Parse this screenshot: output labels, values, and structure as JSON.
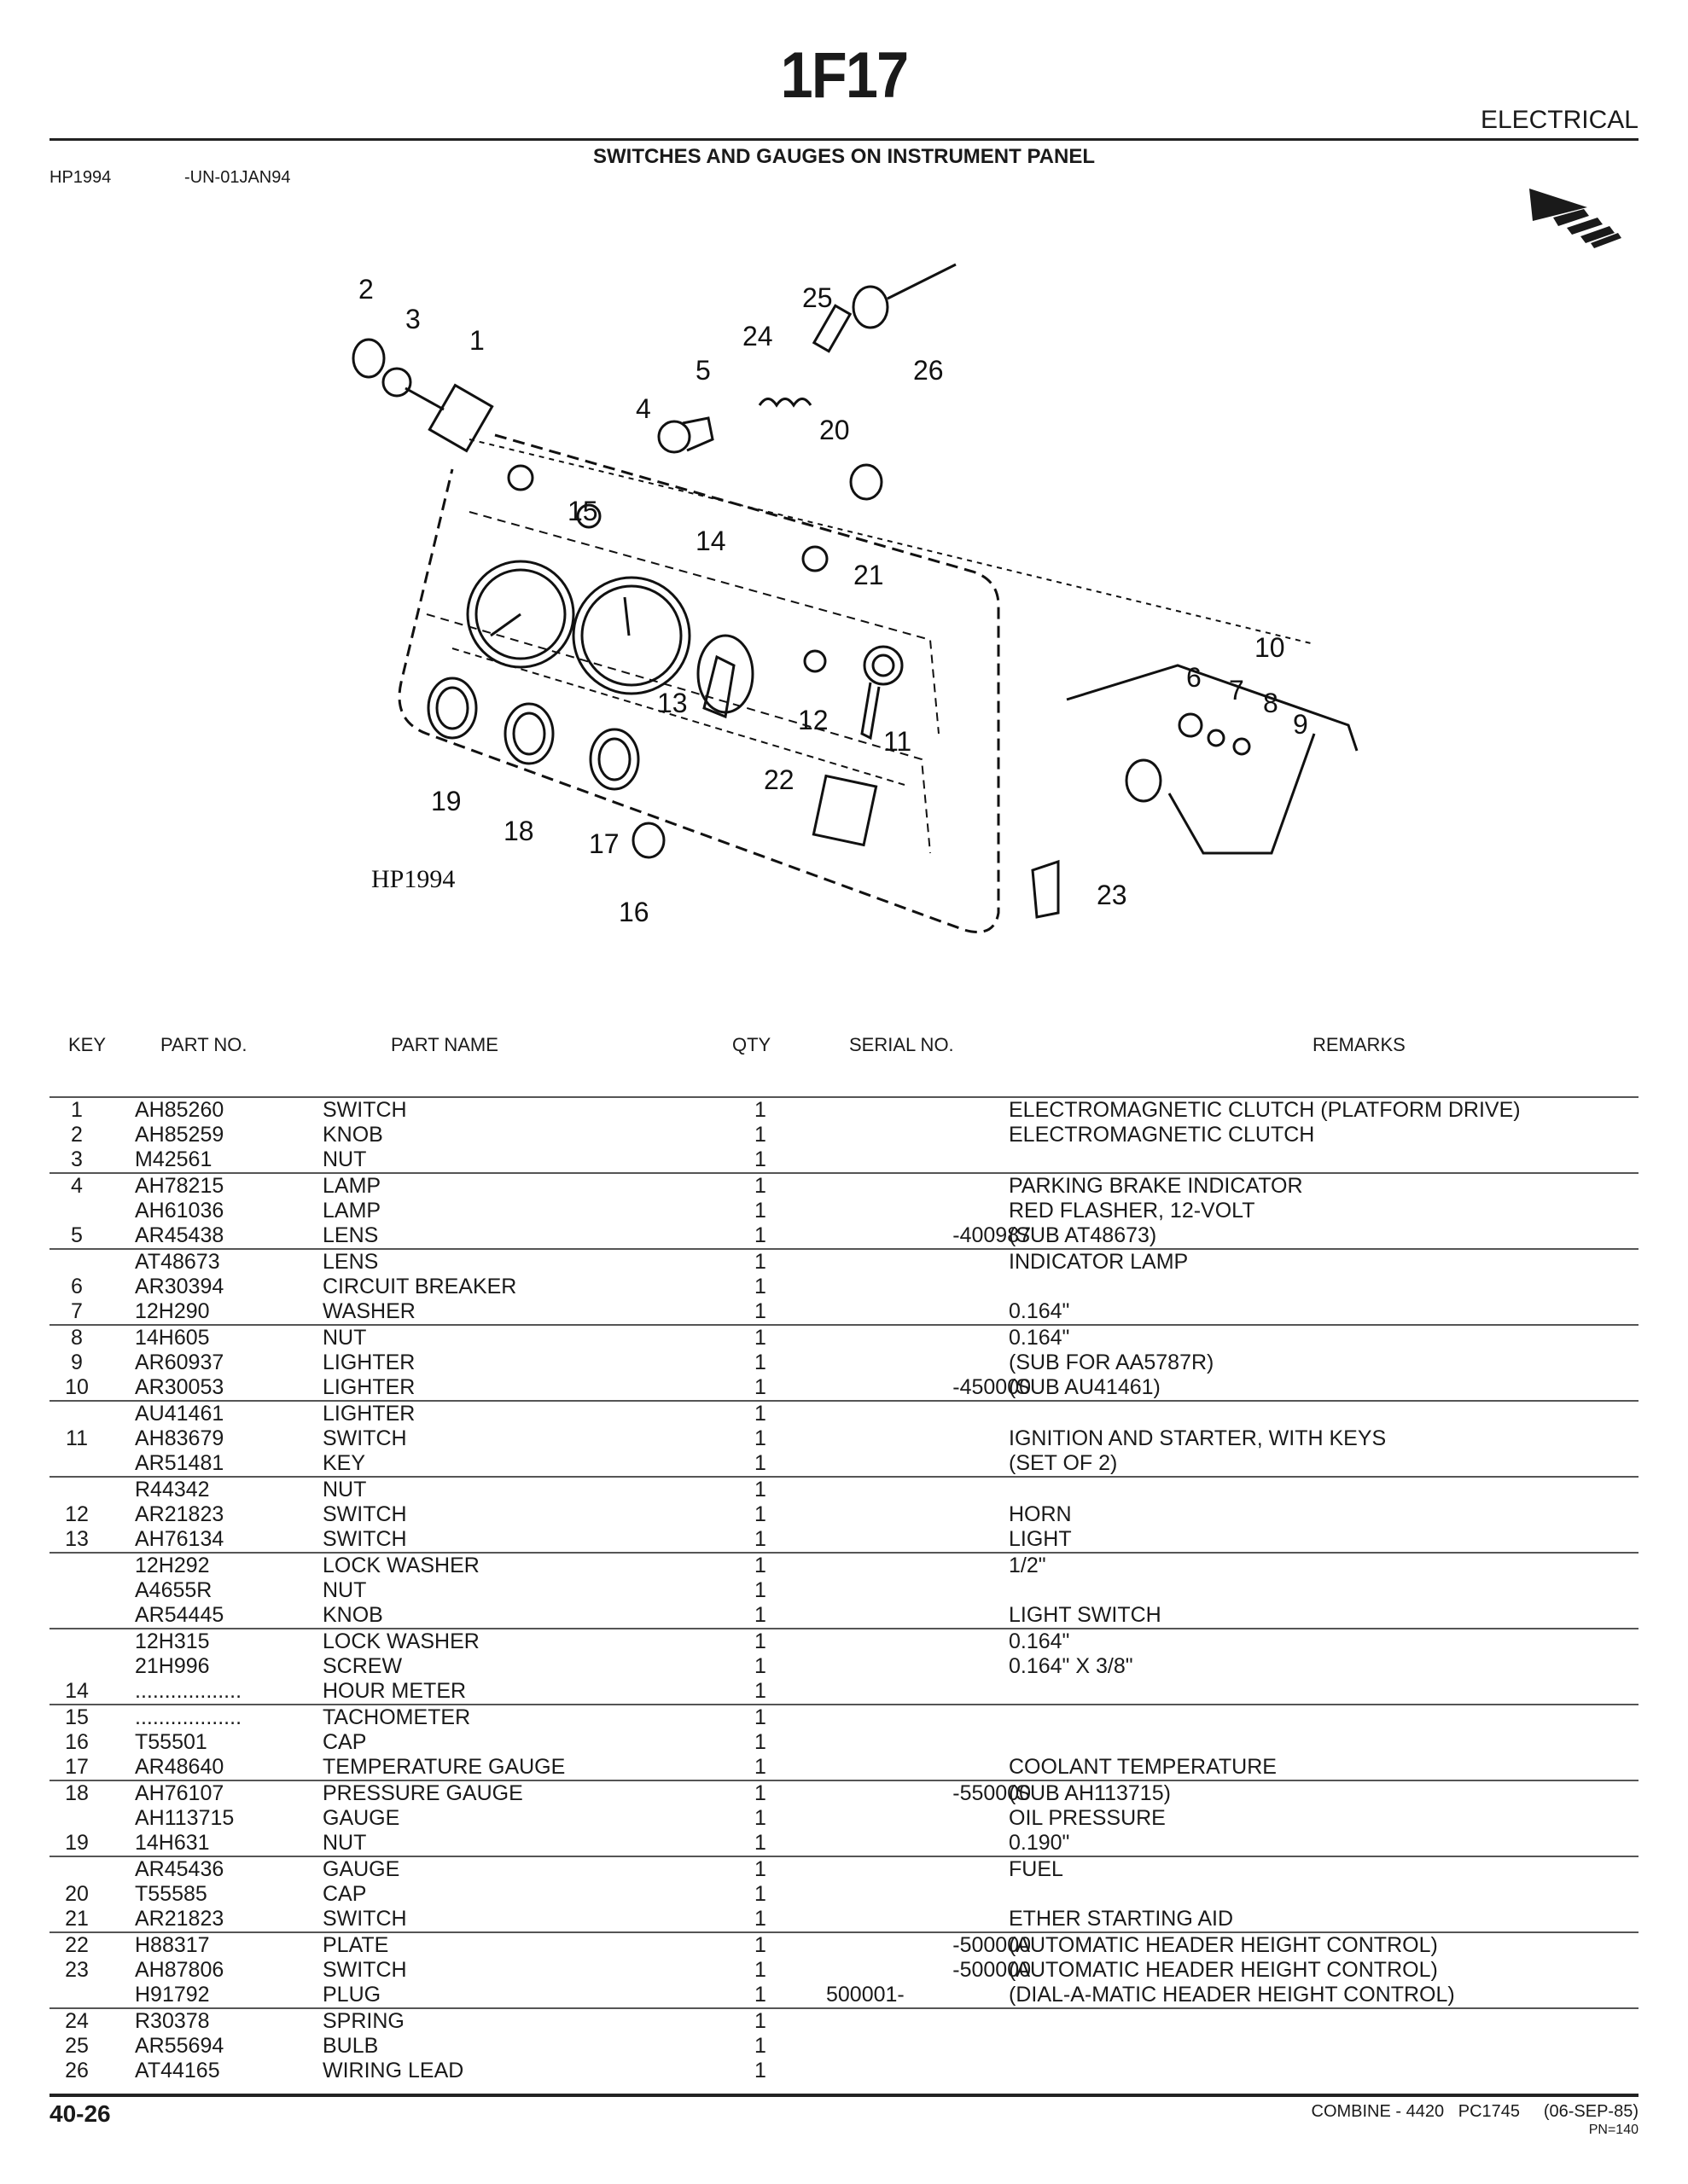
{
  "header": {
    "page_code": "1F17",
    "section": "ELECTRICAL",
    "subtitle": "SWITCHES AND GAUGES ON INSTRUMENT PANEL",
    "illustration_ref": "HP1994",
    "effectivity": "-UN-01JAN94",
    "direction_icon": "front-direction-arrow-icon"
  },
  "diagram": {
    "caption": "HP1994",
    "callouts": [
      "1",
      "2",
      "3",
      "4",
      "5",
      "6",
      "7",
      "8",
      "9",
      "10",
      "11",
      "12",
      "13",
      "14",
      "15",
      "16",
      "17",
      "18",
      "19",
      "20",
      "21",
      "22",
      "23",
      "24",
      "25",
      "26"
    ]
  },
  "table": {
    "columns": [
      "KEY",
      "PART NO.",
      "PART NAME",
      "QTY",
      "SERIAL NO.",
      "REMARKS"
    ],
    "groups": [
      [
        {
          "key": "1",
          "part": "AH85260",
          "name": "SWITCH",
          "qty": "1",
          "serial": "",
          "remarks": "ELECTROMAGNETIC CLUTCH (PLATFORM DRIVE)"
        },
        {
          "key": "2",
          "part": "AH85259",
          "name": "KNOB",
          "qty": "1",
          "serial": "",
          "remarks": "ELECTROMAGNETIC CLUTCH"
        },
        {
          "key": "3",
          "part": "M42561",
          "name": "NUT",
          "qty": "1",
          "serial": "",
          "remarks": ""
        }
      ],
      [
        {
          "key": "4",
          "part": "AH78215",
          "name": "LAMP",
          "qty": "1",
          "serial": "",
          "remarks": "PARKING BRAKE INDICATOR"
        },
        {
          "key": "",
          "part": "AH61036",
          "name": "LAMP",
          "qty": "1",
          "serial": "",
          "remarks": "RED FLASHER, 12-VOLT"
        },
        {
          "key": "5",
          "part": "AR45438",
          "name": "LENS",
          "qty": "1",
          "serial": "-400987",
          "remarks": "(SUB AT48673)"
        }
      ],
      [
        {
          "key": "",
          "part": "AT48673",
          "name": "LENS",
          "qty": "1",
          "serial": "",
          "remarks": "INDICATOR LAMP"
        },
        {
          "key": "6",
          "part": "AR30394",
          "name": "CIRCUIT BREAKER",
          "qty": "1",
          "serial": "",
          "remarks": ""
        },
        {
          "key": "7",
          "part": "12H290",
          "name": "WASHER",
          "qty": "1",
          "serial": "",
          "remarks": "0.164\""
        }
      ],
      [
        {
          "key": "8",
          "part": "14H605",
          "name": "NUT",
          "qty": "1",
          "serial": "",
          "remarks": "0.164\""
        },
        {
          "key": "9",
          "part": "AR60937",
          "name": "LIGHTER",
          "qty": "1",
          "serial": "",
          "remarks": "(SUB FOR AA5787R)"
        },
        {
          "key": "10",
          "part": "AR30053",
          "name": "LIGHTER",
          "qty": "1",
          "serial": "-450000",
          "remarks": "(SUB AU41461)"
        }
      ],
      [
        {
          "key": "",
          "part": "AU41461",
          "name": "LIGHTER",
          "qty": "1",
          "serial": "",
          "remarks": ""
        },
        {
          "key": "11",
          "part": "AH83679",
          "name": "SWITCH",
          "qty": "1",
          "serial": "",
          "remarks": "IGNITION AND STARTER, WITH KEYS"
        },
        {
          "key": "",
          "part": "AR51481",
          "name": "KEY",
          "qty": "1",
          "serial": "",
          "remarks": "(SET OF 2)"
        }
      ],
      [
        {
          "key": "",
          "part": "R44342",
          "name": "NUT",
          "qty": "1",
          "serial": "",
          "remarks": ""
        },
        {
          "key": "12",
          "part": "AR21823",
          "name": "SWITCH",
          "qty": "1",
          "serial": "",
          "remarks": "HORN"
        },
        {
          "key": "13",
          "part": "AH76134",
          "name": "SWITCH",
          "qty": "1",
          "serial": "",
          "remarks": "LIGHT"
        }
      ],
      [
        {
          "key": "",
          "part": "12H292",
          "name": "LOCK WASHER",
          "qty": "1",
          "serial": "",
          "remarks": "1/2\""
        },
        {
          "key": "",
          "part": "A4655R",
          "name": "NUT",
          "qty": "1",
          "serial": "",
          "remarks": ""
        },
        {
          "key": "",
          "part": "AR54445",
          "name": "KNOB",
          "qty": "1",
          "serial": "",
          "remarks": "LIGHT SWITCH"
        }
      ],
      [
        {
          "key": "",
          "part": "12H315",
          "name": "LOCK WASHER",
          "qty": "1",
          "serial": "",
          "remarks": "0.164\""
        },
        {
          "key": "",
          "part": "21H996",
          "name": "SCREW",
          "qty": "1",
          "serial": "",
          "remarks": "0.164\" X 3/8\""
        },
        {
          "key": "14",
          "part": "..................",
          "name": "HOUR METER",
          "qty": "1",
          "serial": "",
          "remarks": ""
        }
      ],
      [
        {
          "key": "15",
          "part": "..................",
          "name": "TACHOMETER",
          "qty": "1",
          "serial": "",
          "remarks": ""
        },
        {
          "key": "16",
          "part": "T55501",
          "name": "CAP",
          "qty": "1",
          "serial": "",
          "remarks": ""
        },
        {
          "key": "17",
          "part": "AR48640",
          "name": "TEMPERATURE GAUGE",
          "qty": "1",
          "serial": "",
          "remarks": "COOLANT TEMPERATURE"
        }
      ],
      [
        {
          "key": "18",
          "part": "AH76107",
          "name": "PRESSURE GAUGE",
          "qty": "1",
          "serial": "-550000",
          "remarks": "(SUB AH113715)"
        },
        {
          "key": "",
          "part": "AH113715",
          "name": "GAUGE",
          "qty": "1",
          "serial": "",
          "remarks": "OIL PRESSURE"
        },
        {
          "key": "19",
          "part": "14H631",
          "name": "NUT",
          "qty": "1",
          "serial": "",
          "remarks": "0.190\""
        }
      ],
      [
        {
          "key": "",
          "part": "AR45436",
          "name": "GAUGE",
          "qty": "1",
          "serial": "",
          "remarks": "FUEL"
        },
        {
          "key": "20",
          "part": "T55585",
          "name": "CAP",
          "qty": "1",
          "serial": "",
          "remarks": ""
        },
        {
          "key": "21",
          "part": "AR21823",
          "name": "SWITCH",
          "qty": "1",
          "serial": "",
          "remarks": "ETHER STARTING AID"
        }
      ],
      [
        {
          "key": "22",
          "part": "H88317",
          "name": "PLATE",
          "qty": "1",
          "serial": "-500000",
          "remarks": "(AUTOMATIC HEADER HEIGHT CONTROL)"
        },
        {
          "key": "23",
          "part": "AH87806",
          "name": "SWITCH",
          "qty": "1",
          "serial": "-500000",
          "remarks": "(AUTOMATIC HEADER HEIGHT CONTROL)"
        },
        {
          "key": "",
          "part": "H91792",
          "name": "PLUG",
          "qty": "1",
          "serial": "500001-",
          "remarks": "(DIAL-A-MATIC HEADER HEIGHT CONTROL)"
        }
      ],
      [
        {
          "key": "24",
          "part": "R30378",
          "name": "SPRING",
          "qty": "1",
          "serial": "",
          "remarks": ""
        },
        {
          "key": "25",
          "part": "AR55694",
          "name": "BULB",
          "qty": "1",
          "serial": "",
          "remarks": ""
        },
        {
          "key": "26",
          "part": "AT44165",
          "name": "WIRING LEAD",
          "qty": "1",
          "serial": "",
          "remarks": ""
        }
      ]
    ]
  },
  "footer": {
    "page_number": "40-26",
    "info": "COMBINE - 4420   PC1745     (06-SEP-85)",
    "pn": "PN=140"
  }
}
